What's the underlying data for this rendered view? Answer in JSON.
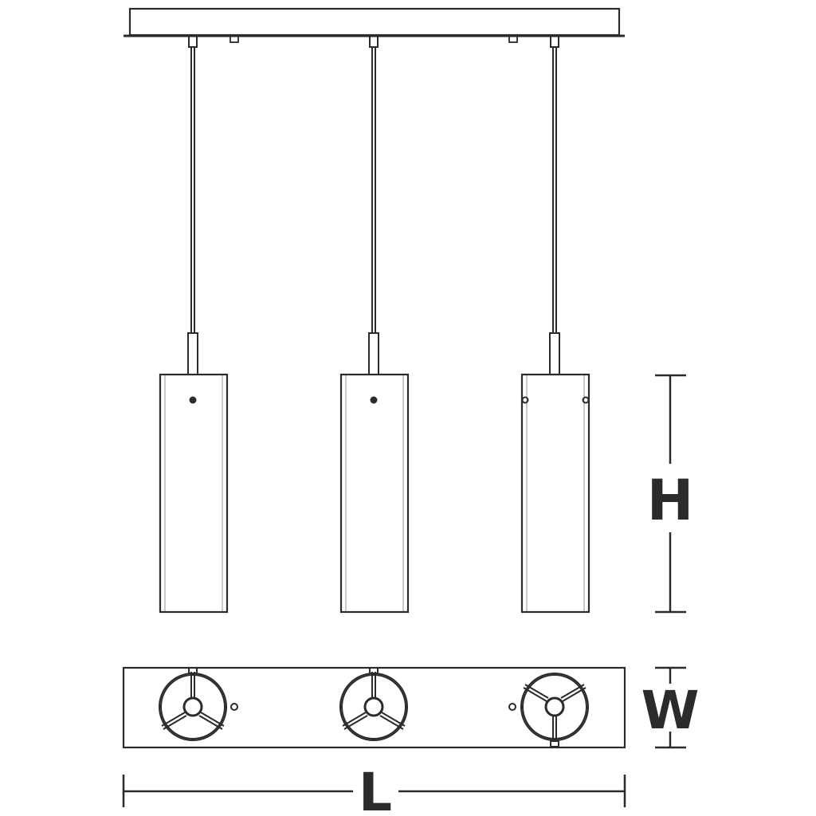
{
  "dimension_labels": {
    "height": "H",
    "width": "W",
    "length": "L"
  },
  "colors": {
    "line": "#2b2b2b",
    "background": "#ffffff"
  }
}
